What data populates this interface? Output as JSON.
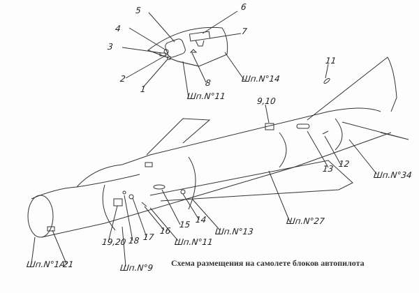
{
  "caption": "Схема размещения на самолете блоков автопилота",
  "labels": {
    "n1": "1",
    "n2": "2",
    "n3": "3",
    "n4": "4",
    "n5": "5",
    "n6": "6",
    "n7": "7",
    "n8": "8",
    "n9_10": "9,10",
    "n11": "11",
    "n12": "12",
    "n13": "13",
    "n14": "14",
    "n15": "15",
    "n16": "16",
    "n17": "17",
    "n18": "18",
    "n19_20": "19,20",
    "n21": "21",
    "frame14": "Шп.N°14",
    "frame11_top": "Шп.N°11",
    "frame34": "Шп.N°34",
    "frame27": "Шп.N°27",
    "frame13": "Шп.N°13",
    "frame11": "Шп.N°11",
    "frame9": "Шп.N°9",
    "frame1A": "Шп.N°1A"
  }
}
